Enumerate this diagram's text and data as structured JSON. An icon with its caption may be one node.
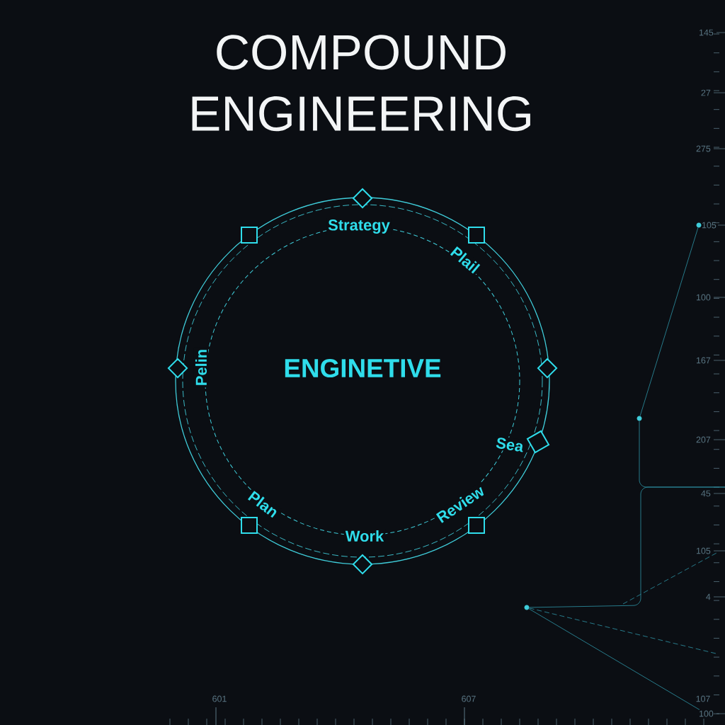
{
  "diagram": {
    "title": "COMPOUND ENGINEERING",
    "nodes": [
      {
        "text": [
          "Strategy",
          "Plail",
          "Pelin",
          "ENGINETIVE",
          "Sea",
          "Plan",
          "Review",
          "Work"
        ]
      },
      {
        "text": [],
        "shape": "circle"
      },
      {
        "text": [],
        "shape": "circle"
      },
      {
        "text": [],
        "shape": "circle"
      },
      {
        "text": [
          "100"
        ]
      }
    ],
    "edges": [
      {
        "from": 1,
        "to": 2,
        "arrow": "none"
      },
      {
        "from": 2,
        "to": null,
        "arrow": "none"
      },
      {
        "from": 3,
        "to": null,
        "arrow": "none"
      },
      {
        "from": 3,
        "to": null,
        "arrow": "none",
        "style": "dashed"
      },
      {
        "from": 3,
        "to": 4,
        "arrow": "none"
      }
    ],
    "labels": [
      "145",
      "27",
      "275",
      "105",
      "100",
      "167",
      "207",
      "45",
      "105",
      "4",
      "601",
      "607",
      "107"
    ]
  }
}
